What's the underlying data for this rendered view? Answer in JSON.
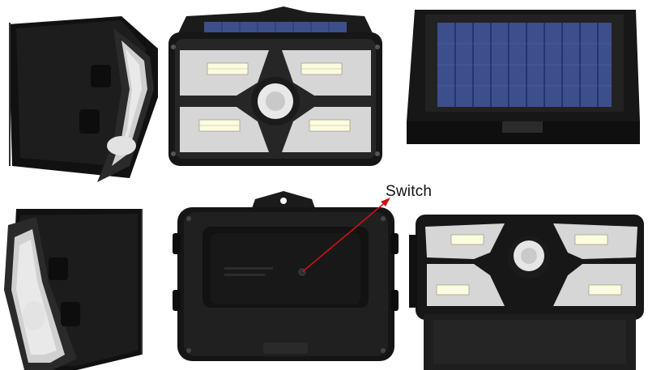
{
  "annotation": {
    "label": "Switch",
    "line_color": "#cc1111",
    "label_color": "#111111"
  },
  "colors": {
    "housing": "#1a1a1a",
    "housing_edge": "#3a3a3a",
    "solar": "#3c4f8c",
    "led": "#fbfbe0",
    "diffuser": "#d9d9d9",
    "sensor": "#e8e8e8"
  },
  "views": [
    {
      "name": "side-view-top",
      "icon": "lamp-side-icon"
    },
    {
      "name": "front-view",
      "icon": "lamp-front-icon"
    },
    {
      "name": "solar-panel-view",
      "icon": "solar-panel-icon"
    },
    {
      "name": "side-view-bottom",
      "icon": "lamp-side-icon"
    },
    {
      "name": "back-view",
      "icon": "lamp-back-icon"
    },
    {
      "name": "angled-front-view",
      "icon": "lamp-angle-icon"
    }
  ]
}
